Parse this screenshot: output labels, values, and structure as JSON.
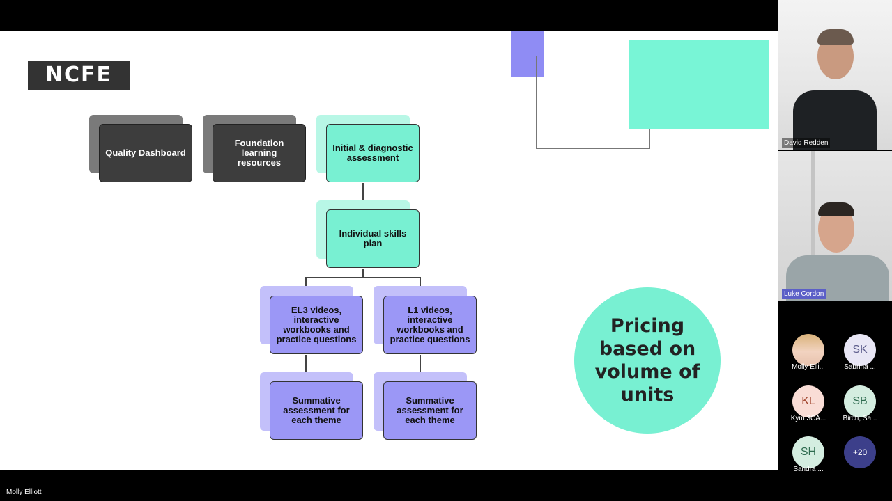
{
  "slide": {
    "logo_text": "NCFE",
    "cards": {
      "quality_dashboard": "Quality Dashboard",
      "foundation_learning": "Foundation learning resources",
      "initial_diagnostic": "Initial & diagnostic assessment",
      "individual_skills": "Individual skills plan",
      "el3_videos": "EL3 videos, interactive workbooks and practice questions",
      "l1_videos": "L1 videos, interactive workbooks and practice questions",
      "summative_left": "Summative assessment for each theme",
      "summative_right": "Summative assessment for each theme"
    },
    "pricing_text": "Pricing based on volume of units",
    "colors": {
      "teal": "#78f0d2",
      "purple": "#9b97f6",
      "dark": "#3d3d3d"
    }
  },
  "participants": {
    "video": [
      {
        "name": "David Redden"
      },
      {
        "name": "Luke Cordon"
      }
    ],
    "avatars": [
      {
        "initials": "",
        "label": "Molly Elli...",
        "kind": "photo"
      },
      {
        "initials": "SK",
        "label": "Sabrina ...",
        "color": "#5a5a8a"
      },
      {
        "initials": "KL",
        "label": "Kym 3CA...",
        "color": "#a0452e"
      },
      {
        "initials": "SB",
        "label": "Birch, Sa...",
        "color": "#2e6b4f"
      },
      {
        "initials": "SH",
        "label": "Sandra ...",
        "color": "#2e6b4f"
      },
      {
        "initials": "+20",
        "label": ""
      }
    ]
  },
  "presenter_name": "Molly Elliott"
}
